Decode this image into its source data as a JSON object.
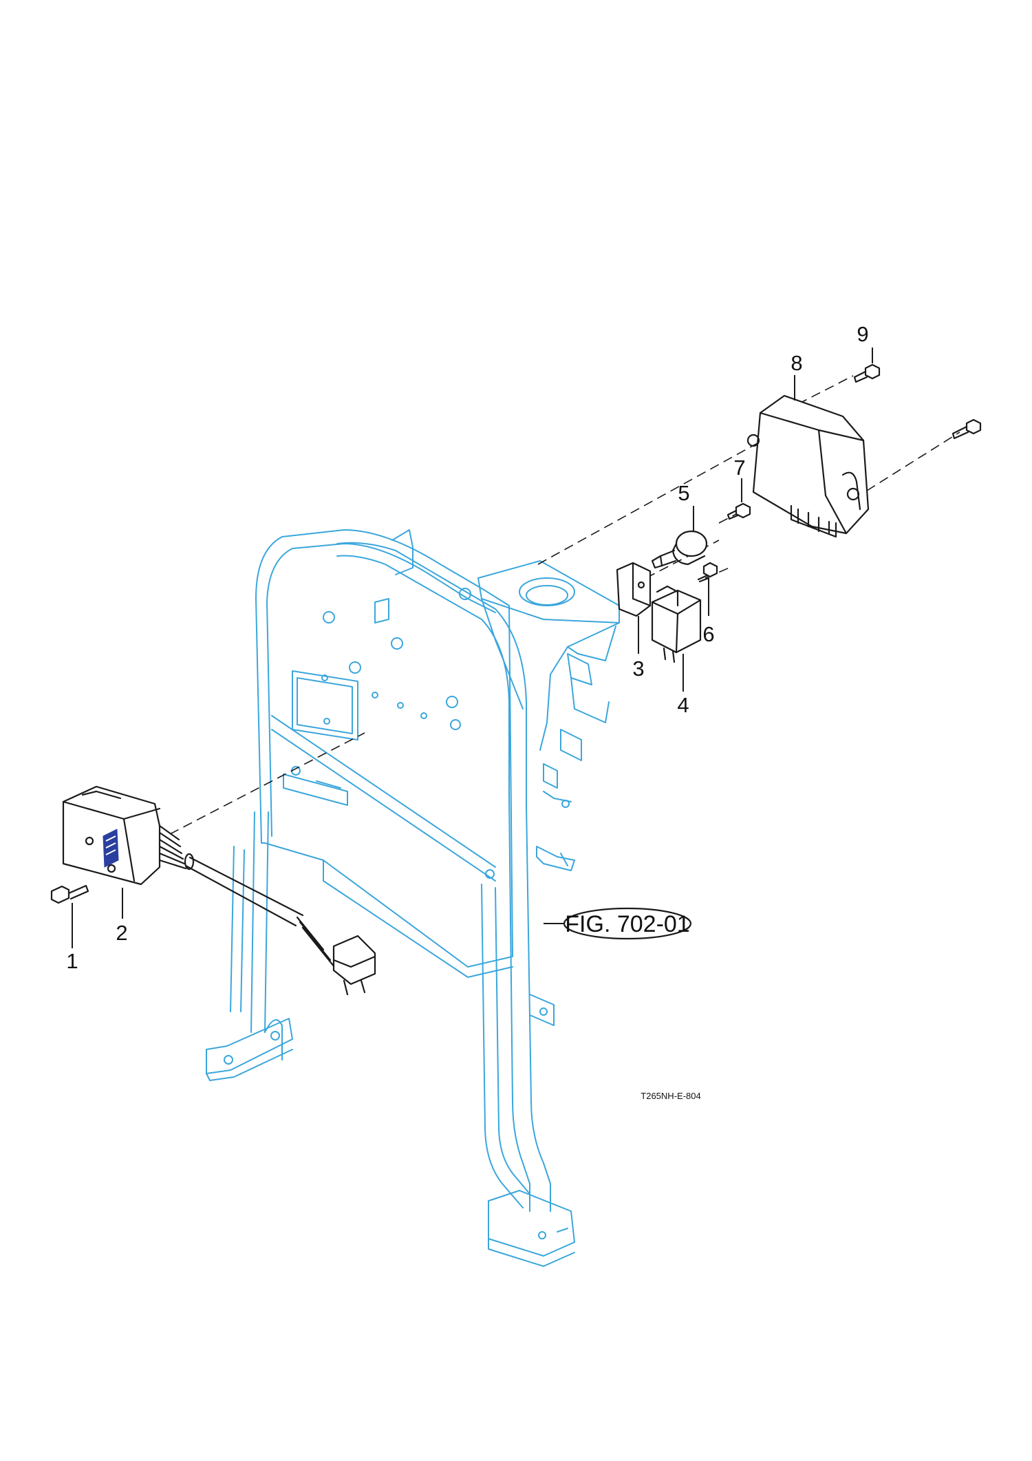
{
  "callouts": [
    {
      "id": "1",
      "label": "1"
    },
    {
      "id": "2",
      "label": "2"
    },
    {
      "id": "3",
      "label": "3"
    },
    {
      "id": "4",
      "label": "4"
    },
    {
      "id": "5",
      "label": "5"
    },
    {
      "id": "6",
      "label": "6"
    },
    {
      "id": "7",
      "label": "7"
    },
    {
      "id": "8",
      "label": "8"
    },
    {
      "id": "9",
      "label": "9"
    }
  ],
  "figure_reference": "FIG. 702-01",
  "drawing_code": "T265NH-E-804",
  "colors": {
    "frame": "#3aa6dc",
    "parts": "#1a1a1a",
    "logo": "#2b3fa0"
  }
}
